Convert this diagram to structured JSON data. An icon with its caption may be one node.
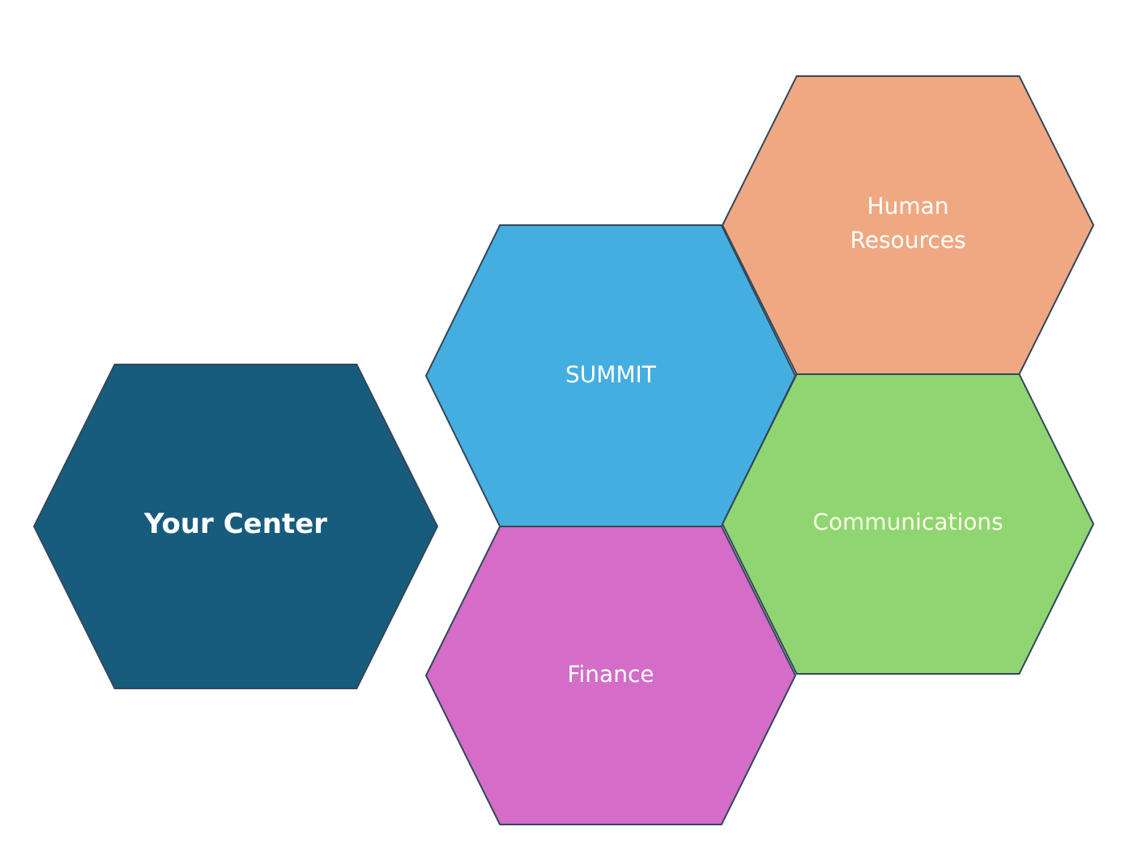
{
  "diagram": {
    "nodes": [
      {
        "text": [
          "Your Center"
        ]
      },
      {
        "text": [
          "SUMMIT"
        ]
      },
      {
        "text": [
          "Human Resources"
        ]
      },
      {
        "text": [
          "Communications"
        ]
      },
      {
        "text": [
          "Finance"
        ]
      }
    ]
  }
}
